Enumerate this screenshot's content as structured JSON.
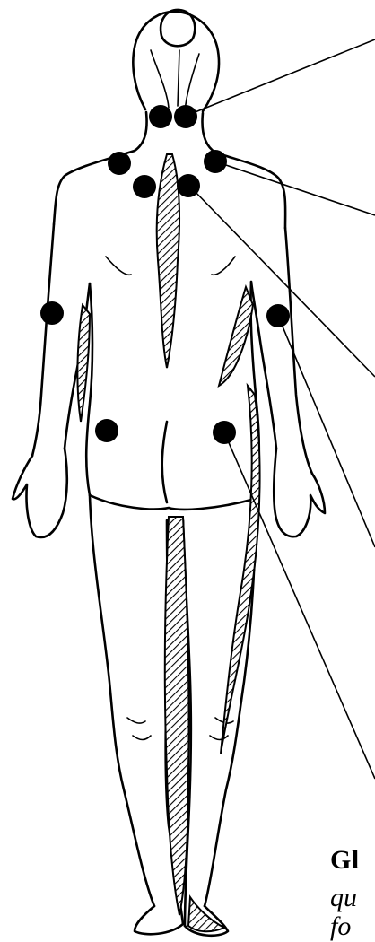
{
  "figure": {
    "ink_color": "#000000",
    "paper_color": "#ffffff",
    "caption": {
      "title_fragment": "Gl",
      "line_fragments": [
        "qu",
        "fo"
      ]
    },
    "tender_points": [
      {
        "name": "tender-point-neck-left"
      },
      {
        "name": "tender-point-neck-right"
      },
      {
        "name": "tender-point-shoulder-left"
      },
      {
        "name": "tender-point-shoulder-right"
      },
      {
        "name": "tender-point-upper-back-left"
      },
      {
        "name": "tender-point-upper-back-right"
      },
      {
        "name": "tender-point-elbow-left"
      },
      {
        "name": "tender-point-elbow-right"
      },
      {
        "name": "tender-point-hip-left"
      },
      {
        "name": "tender-point-hip-right"
      }
    ]
  }
}
